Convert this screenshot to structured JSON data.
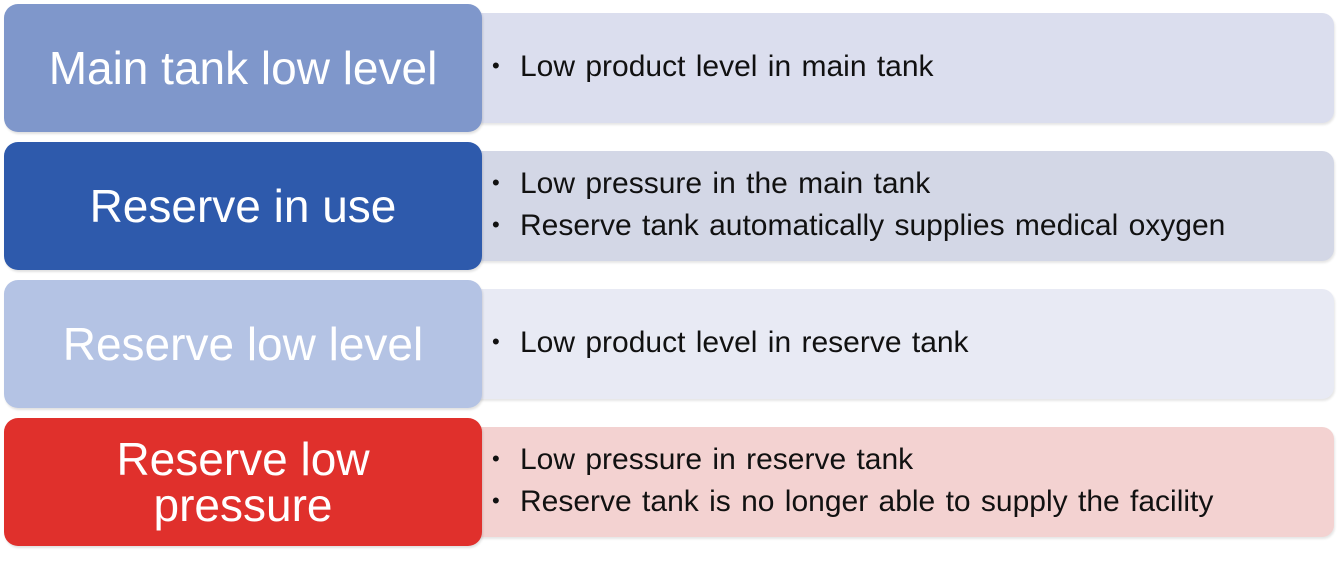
{
  "rows": [
    {
      "title": "Main tank low level",
      "title_color": "#7f97cb",
      "desc_color": "#dbdeee",
      "bullets": [
        "Low product level in main tank"
      ]
    },
    {
      "title": "Reserve in use",
      "title_color": "#2e5aac",
      "desc_color": "#d3d7e6",
      "bullets": [
        "Low pressure in the main tank",
        "Reserve tank automatically supplies medical oxygen"
      ]
    },
    {
      "title": "Reserve low level",
      "title_color": "#b4c3e4",
      "desc_color": "#e8eaf4",
      "bullets": [
        "Low product level in reserve tank"
      ]
    },
    {
      "title": "Reserve low pressure",
      "title_color": "#e0302c",
      "desc_color": "#f3d2d1",
      "bullets": [
        "Low pressure in reserve tank",
        "Reserve tank is no longer able to supply the facility"
      ]
    }
  ]
}
